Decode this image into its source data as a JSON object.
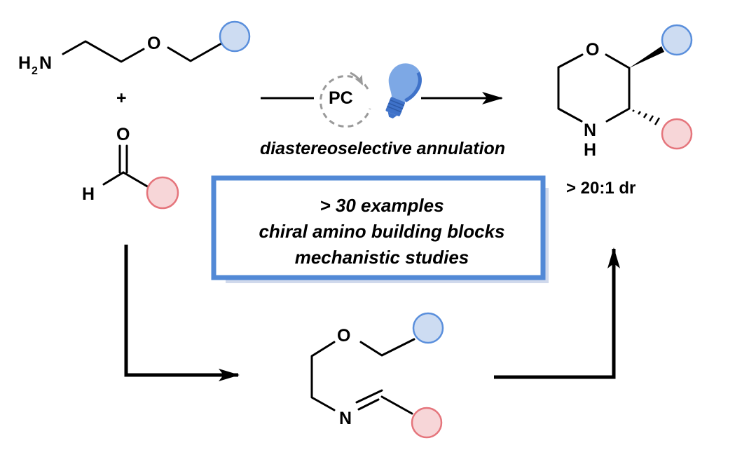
{
  "colors": {
    "blue_group_fill": "#cddcf2",
    "blue_group_stroke": "#5a8fdc",
    "red_group_fill": "#f7d6d8",
    "red_group_stroke": "#e5757c",
    "box_border": "#5289d6",
    "box_shadow": "#d0d9ec",
    "bulb_fill": "#6f9ee2",
    "bulb_dark": "#3f72c9",
    "pc_dash": "#9a9a9a"
  },
  "reactant_amine": {
    "nh2_label": "H",
    "nh2_sub": "2",
    "nh2_n": "N",
    "oxygen": "O"
  },
  "plus": "+",
  "reactant_aldehyde": {
    "oxygen": "O",
    "hydrogen": "H"
  },
  "catalysis": {
    "pc_label": "PC",
    "light_icon": "lightbulb-icon"
  },
  "caption": "diastereoselective annulation",
  "summary_box": {
    "lines": [
      "> 30 examples",
      "chiral amino building blocks",
      "mechanistic studies"
    ]
  },
  "product": {
    "oxygen": "O",
    "nitrogen": "N",
    "hydrogen": "H",
    "selectivity": "> 20:1 dr"
  },
  "imine_intermediate": {
    "oxygen": "O",
    "nitrogen": "N"
  }
}
